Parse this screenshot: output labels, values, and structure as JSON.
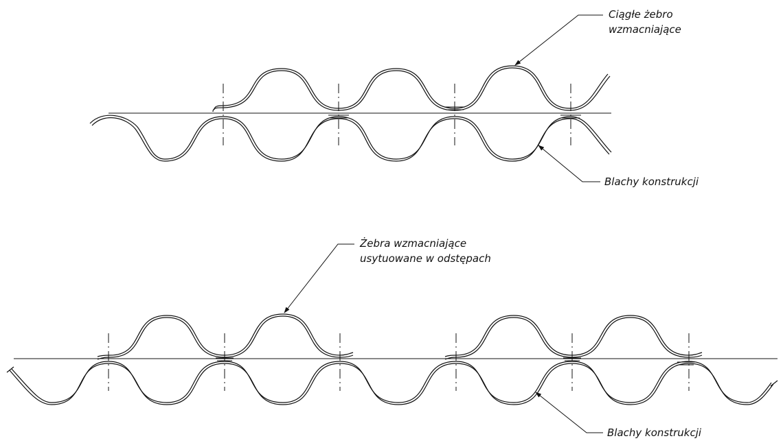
{
  "diagram_a": {
    "rib_label_line1": "Ciągłe żebro",
    "rib_label_line2": "wzmacniające",
    "sheet_label": "Blachy konstrukcji"
  },
  "diagram_b": {
    "rib_label_line1": "Żebra wzmacniające",
    "rib_label_line2": "usytuowane w odstępach",
    "sheet_label": "Blachy konstrukcji"
  },
  "colors": {
    "line": "#111111",
    "background": "#ffffff"
  }
}
